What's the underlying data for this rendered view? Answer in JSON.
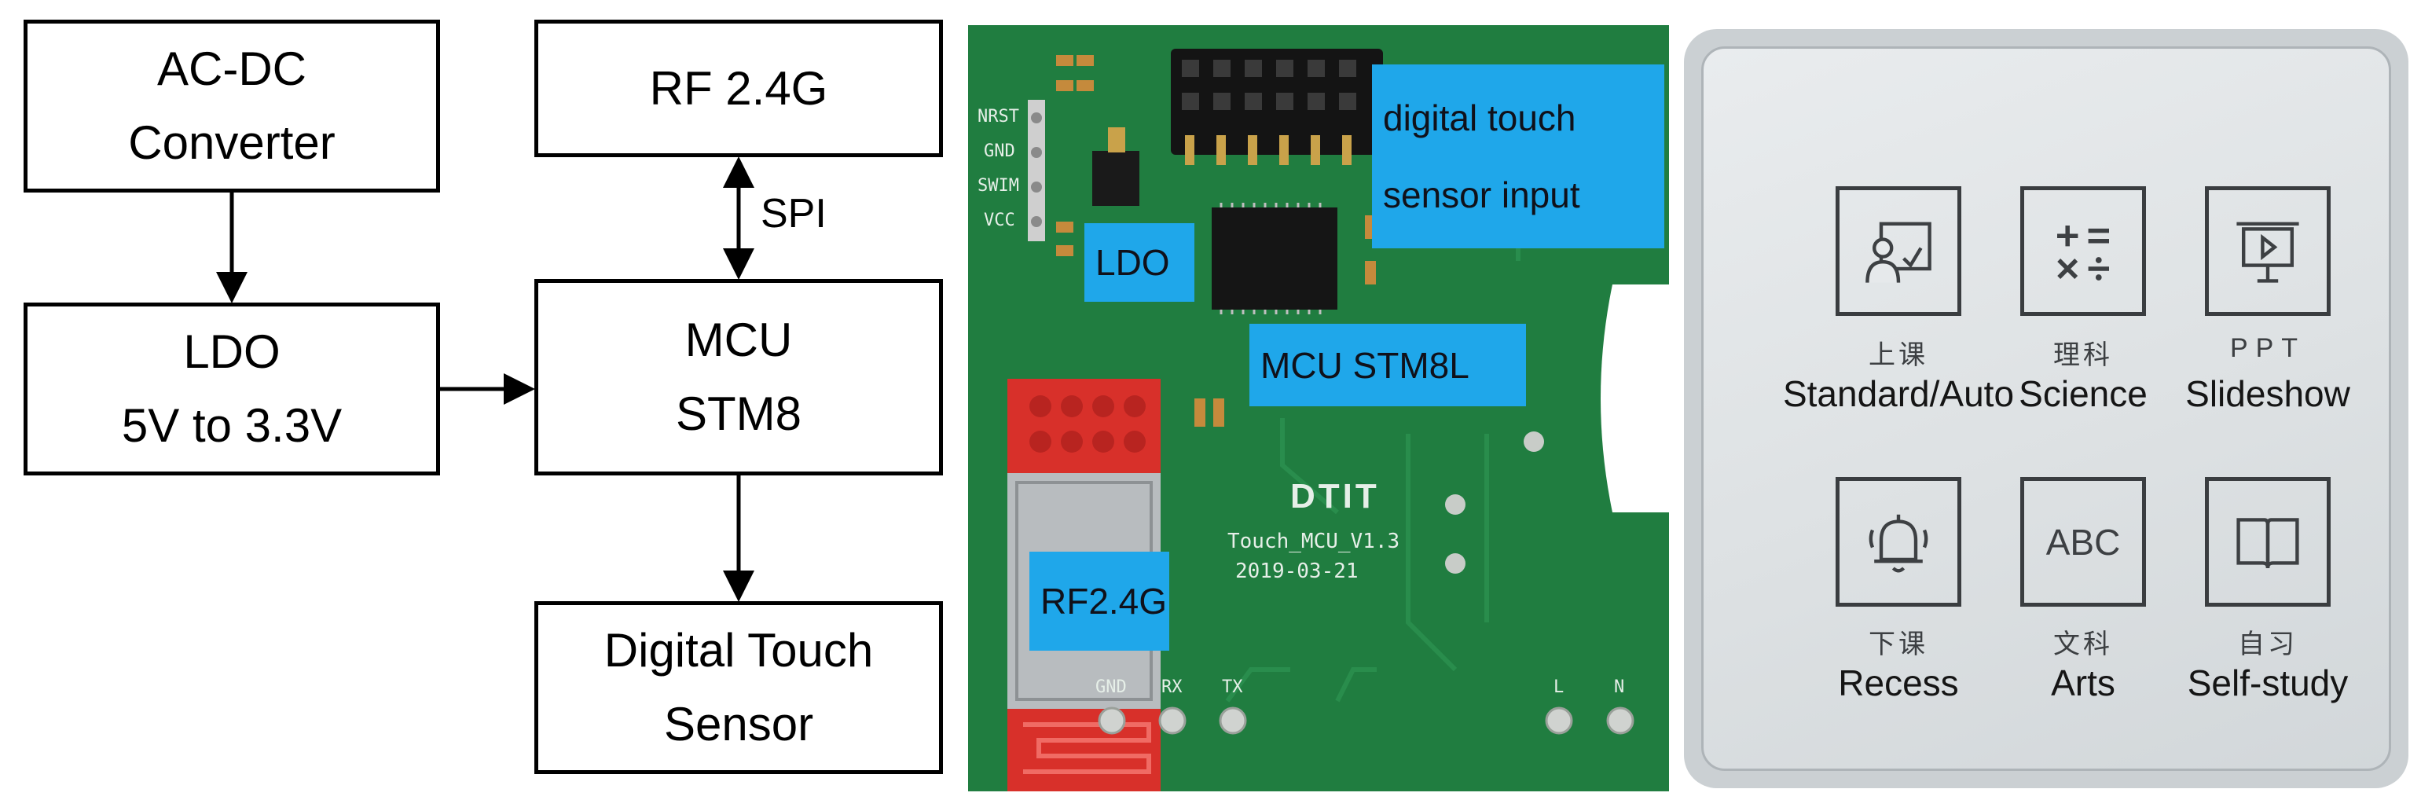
{
  "diagram": {
    "blocks": {
      "acdc": {
        "lines": [
          "AC-DC",
          "Converter"
        ]
      },
      "ldo": {
        "lines": [
          "LDO",
          "5V to 3.3V"
        ]
      },
      "rf": {
        "lines": [
          "RF 2.4G"
        ]
      },
      "mcu": {
        "lines": [
          "MCU",
          "STM8"
        ]
      },
      "touch": {
        "lines": [
          "Digital Touch",
          "Sensor"
        ]
      }
    },
    "spi_label": "SPI"
  },
  "pcb": {
    "tags": {
      "sensor_line1": "digital touch",
      "sensor_line2": "sensor input",
      "ldo": "LDO",
      "mcu": "MCU STM8L",
      "rf": "RF2.4G"
    },
    "silkscreen": {
      "pins": [
        "NRST",
        "GND",
        "SWIM",
        "VCC"
      ],
      "logo": "DTIT",
      "board_name": "Touch_MCU_V1.3",
      "date": "2019-03-21",
      "pads": [
        "GND",
        "RX",
        "TX",
        "L",
        "N"
      ],
      "colors": {
        "board": "#1f7a3f",
        "tag": "#1fa7ea",
        "connector": "#d8302a"
      }
    }
  },
  "panel": {
    "buttons": [
      {
        "icon": "teacher-board-icon",
        "cn": "上课",
        "en": "Standard/Auto"
      },
      {
        "icon": "math-symbols-icon",
        "cn": "理科",
        "en": "Science"
      },
      {
        "icon": "projector-icon",
        "cn": "PPT",
        "en": "Slideshow"
      },
      {
        "icon": "bell-icon",
        "cn": "下课",
        "en": "Recess"
      },
      {
        "icon": "abc-text-icon",
        "cn": "文科",
        "en": "Arts",
        "glyph": "ABC"
      },
      {
        "icon": "open-book-icon",
        "cn": "自习",
        "en": "Self-study"
      }
    ]
  }
}
